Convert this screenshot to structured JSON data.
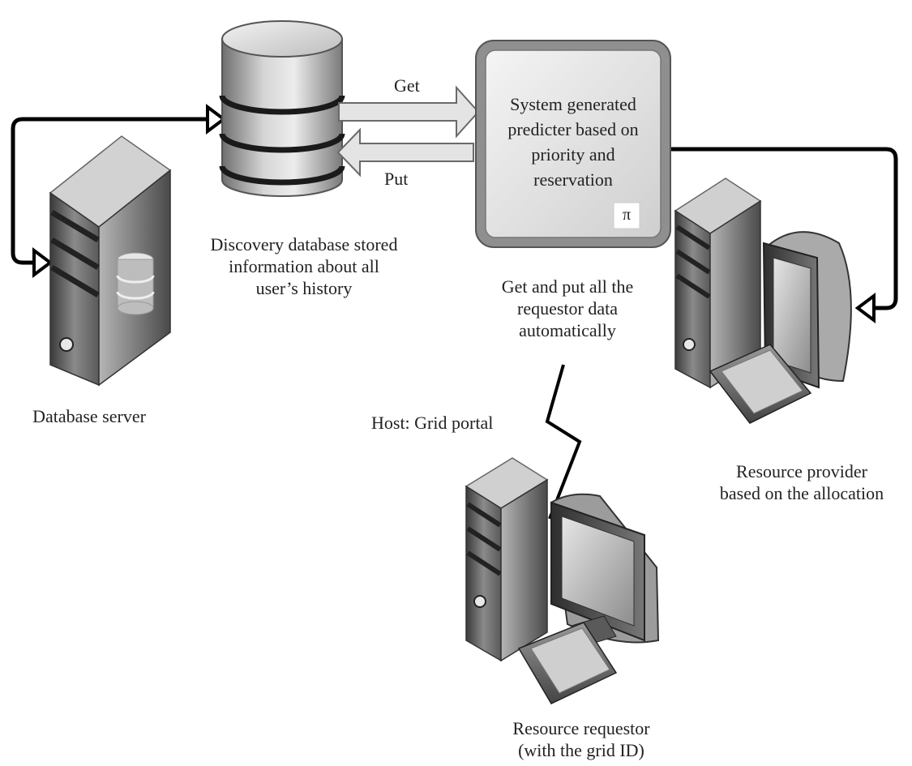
{
  "arrows": {
    "get": "Get",
    "put": "Put"
  },
  "predictor": {
    "lines": [
      "System generated",
      "predicter based on",
      "priority and",
      "reservation"
    ],
    "symbol": "π"
  },
  "discovery_db": {
    "lines": [
      "Discovery database stored",
      "information about all",
      "user’s history"
    ]
  },
  "get_put_note": {
    "lines": [
      "Get and put all the",
      "requestor data",
      "automatically"
    ]
  },
  "database_server": {
    "label": "Database server"
  },
  "host": {
    "label": "Host: Grid portal"
  },
  "resource_provider": {
    "lines": [
      "Resource provider",
      "based on the allocation"
    ]
  },
  "resource_requestor": {
    "lines": [
      "Resource requestor",
      "(with the grid ID)"
    ]
  }
}
